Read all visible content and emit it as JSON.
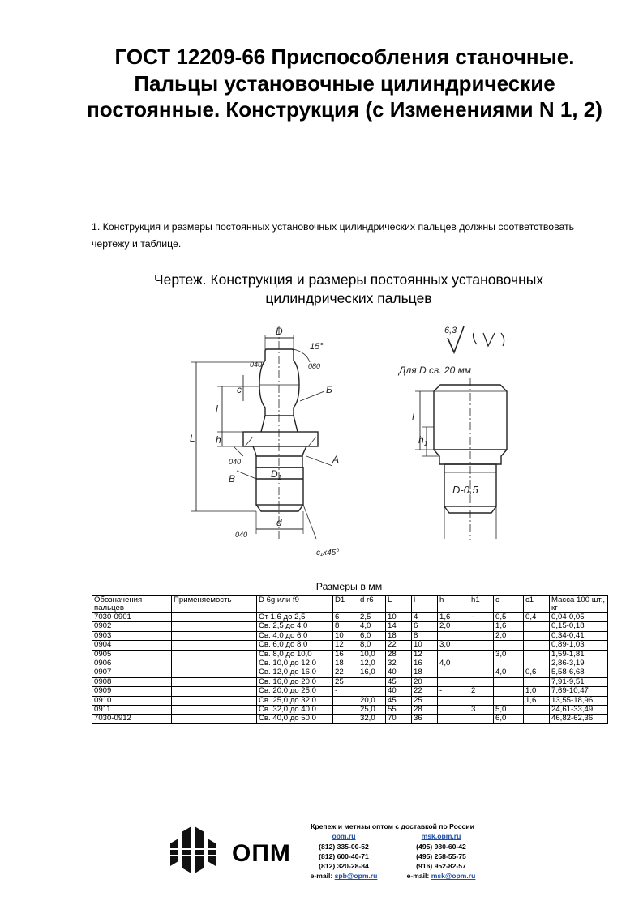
{
  "document": {
    "title": "ГОСТ 12209-66 Приспособления станочные. Пальцы установочные цилиндрические постоянные. Конструкция (с Изменениями N 1, 2)",
    "intro": "1. Конструкция и размеры постоянных установочных цилиндрических пальцев должны соответствовать чертежу и таблице.",
    "figure_caption": "Чертеж. Конструкция и размеры постоянных установочных цилиндрических пальцев"
  },
  "drawing": {
    "labels": {
      "D": "D",
      "angle": "15°",
      "c": "c",
      "l": "l",
      "L": "L",
      "h": "h",
      "B": "Б",
      "V": "В",
      "A": "А",
      "D1": "D",
      "D1_sub": "1",
      "d": "d",
      "chamfer": "c₁x45°",
      "r040a": "040",
      "r040b": "040",
      "r040c": "040",
      "r080": "080",
      "roughness": "6,3",
      "roughness_check": "(√)",
      "note": "Для D св. 20 мм",
      "l2": "l",
      "h1": "h",
      "h1_sub": "1",
      "D05": "D-0,5"
    }
  },
  "table": {
    "caption": "Размеры в мм",
    "headers": [
      "Обозначения пальцев",
      "Применяемость",
      "D 6g или f9",
      "D1",
      "d r6",
      "L",
      "l",
      "h",
      "h1",
      "c",
      "c1",
      "Масса 100 шт., кг"
    ],
    "rows": [
      [
        "7030-0901",
        "",
        "От 1,6 до 2,5",
        "6",
        "2,5",
        "10",
        "4",
        "1,6",
        "-",
        "0,5",
        "0,4",
        "0,04-0,05"
      ],
      [
        "0902",
        "",
        "Св. 2,5 до 4,0",
        "8",
        "4,0",
        "14",
        "6",
        "2,0",
        "",
        "1,6",
        "",
        "0,15-0,18"
      ],
      [
        "0903",
        "",
        "Св. 4,0 до 6,0",
        "10",
        "6,0",
        "18",
        "8",
        "",
        "",
        "2,0",
        "",
        "0,34-0,41"
      ],
      [
        "0904",
        "",
        "Св. 6,0 до 8,0",
        "12",
        "8,0",
        "22",
        "10",
        "3,0",
        "",
        "",
        "",
        "0,89-1,03"
      ],
      [
        "0905",
        "",
        "Св. 8,0 до 10,0",
        "16",
        "10,0",
        "28",
        "12",
        "",
        "",
        "3,0",
        "",
        "1,59-1,81"
      ],
      [
        "0906",
        "",
        "Св. 10,0 до 12,0",
        "18",
        "12,0",
        "32",
        "16",
        "4,0",
        "",
        "",
        "",
        "2,86-3,19"
      ],
      [
        "0907",
        "",
        "Св. 12,0 до 16,0",
        "22",
        "16,0",
        "40",
        "18",
        "",
        "",
        "4,0",
        "0,6",
        "5,58-6,68"
      ],
      [
        "0908",
        "",
        "Св. 16,0 до 20,0",
        "25",
        "",
        "45",
        "20",
        "",
        "",
        "",
        "",
        "7,91-9,51"
      ],
      [
        "0909",
        "",
        "Св. 20,0 до 25,0",
        "-",
        "",
        "40",
        "22",
        "-",
        "2",
        "",
        "1,0",
        "7,69-10,47"
      ],
      [
        "0910",
        "",
        "Св. 25,0 до 32,0",
        "",
        "20,0",
        "45",
        "25",
        "",
        "",
        "",
        "1,6",
        "13,55-18,96"
      ],
      [
        "0911",
        "",
        "Св. 32,0 до 40,0",
        "",
        "25,0",
        "55",
        "28",
        "",
        "3",
        "5,0",
        "",
        "24,61-33,49"
      ],
      [
        "7030-0912",
        "",
        "Св. 40,0 до 50,0",
        "",
        "32,0",
        "70",
        "36",
        "",
        "",
        "6,0",
        "",
        "46,82-62,36"
      ]
    ]
  },
  "footer": {
    "logo_text": "ОПМ",
    "headline": "Крепеж и метизы оптом с доставкой по России",
    "spb": {
      "site": "opm.ru",
      "phones": [
        "(812) 335-00-52",
        "(812) 600-40-71",
        "(812) 320-28-84"
      ],
      "email_label": "e-mail:",
      "email": "spb@opm.ru"
    },
    "msk": {
      "site": "msk.opm.ru",
      "phones": [
        "(495) 980-60-42",
        "(495) 258-55-75",
        "(916) 952-82-57"
      ],
      "email_label": "e-mail:",
      "email": "msk@opm.ru"
    }
  }
}
